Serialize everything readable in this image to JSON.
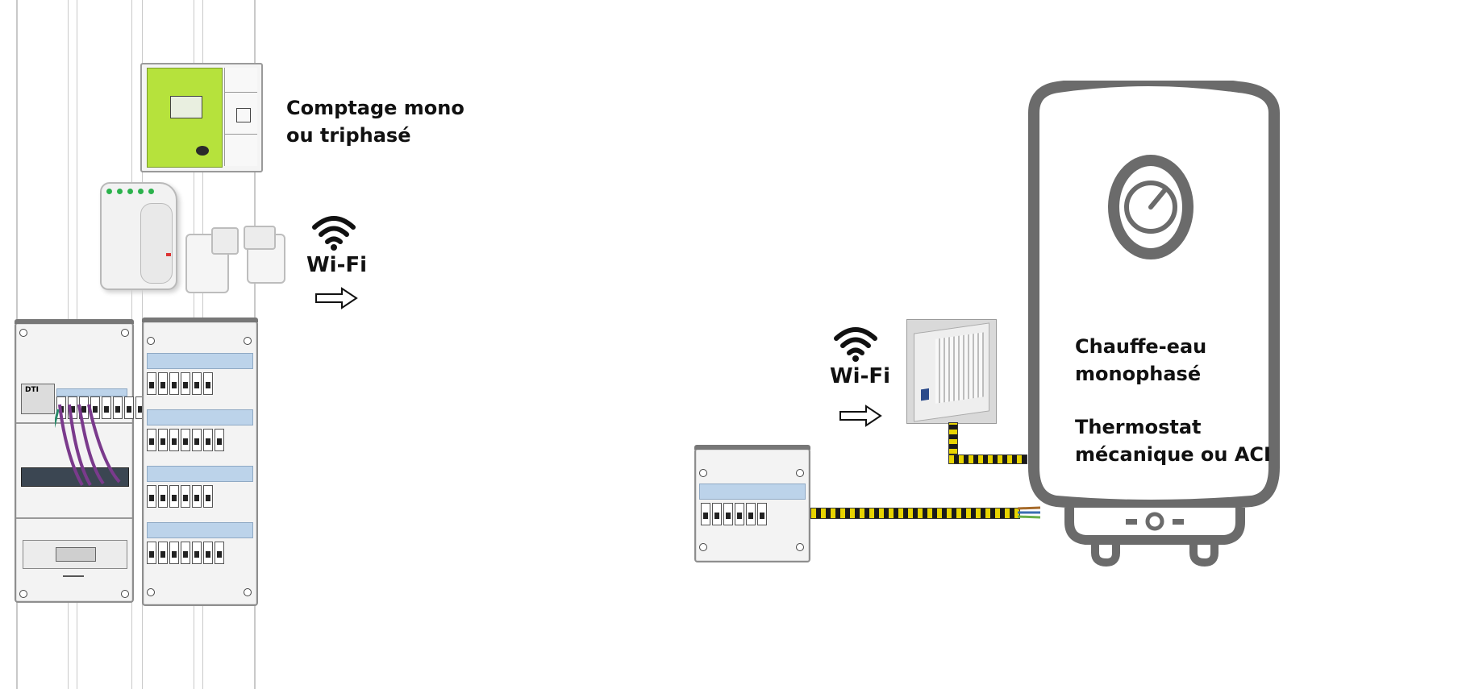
{
  "left_installation": {
    "meter_label_line1": "Comptage mono",
    "meter_label_line2": "ou triphasé",
    "wifi_label": "Wi-Fi",
    "dti_label": "DTI"
  },
  "right_installation": {
    "wifi_label": "Wi-Fi",
    "heater_label_line1": "Chauffe-eau",
    "heater_label_line2": "monophasé",
    "heater_label_line3": "Thermostat",
    "heater_label_line4": "mécanique ou ACI"
  },
  "colors": {
    "heater_outline": "#6b6b6b",
    "meter_green": "#b6e23c",
    "cable_yellow": "#e8d400",
    "breaker_blue": "#bcd3ea",
    "wire_purple": "#7a3a8c"
  },
  "icons": [
    "wifi-icon",
    "right-arrow-icon",
    "thermostat-dial-icon"
  ]
}
